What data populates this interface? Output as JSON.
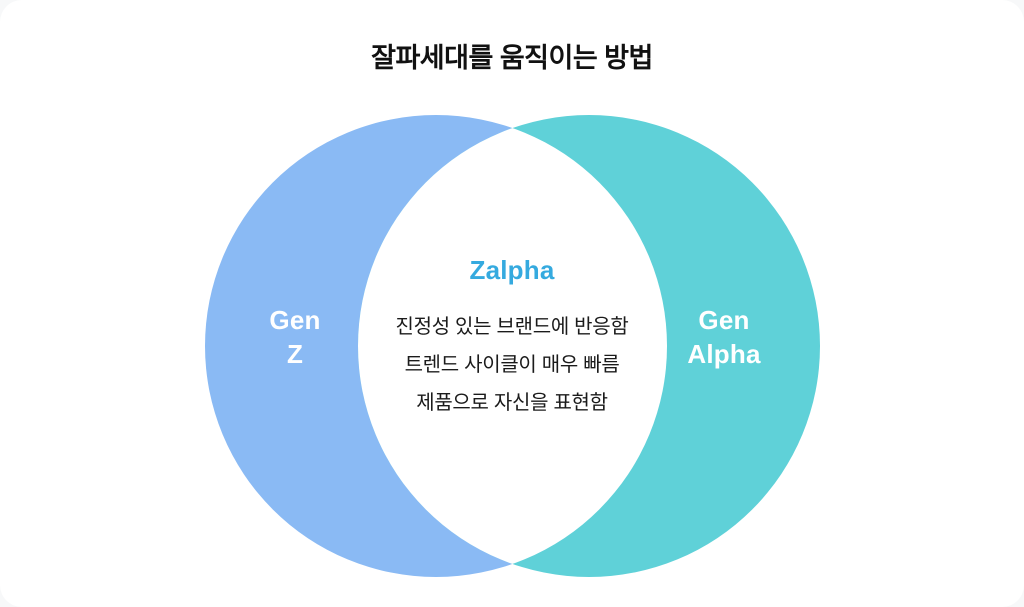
{
  "title": "잘파세대를 움직이는 방법",
  "diagram": {
    "left_circle": {
      "label_line1": "Gen",
      "label_line2": "Z",
      "color": "#8abaf4"
    },
    "right_circle": {
      "label_line1": "Gen",
      "label_line2": "Alpha",
      "color": "#5fd1d8"
    },
    "overlap": {
      "title": "Zalpha",
      "title_color": "#35aadf",
      "background_color": "#ffffff",
      "lines": [
        "진정성 있는 브랜드에 반응함",
        "트렌드 사이클이 매우 빠름",
        "제품으로 자신을 표현함"
      ]
    }
  }
}
